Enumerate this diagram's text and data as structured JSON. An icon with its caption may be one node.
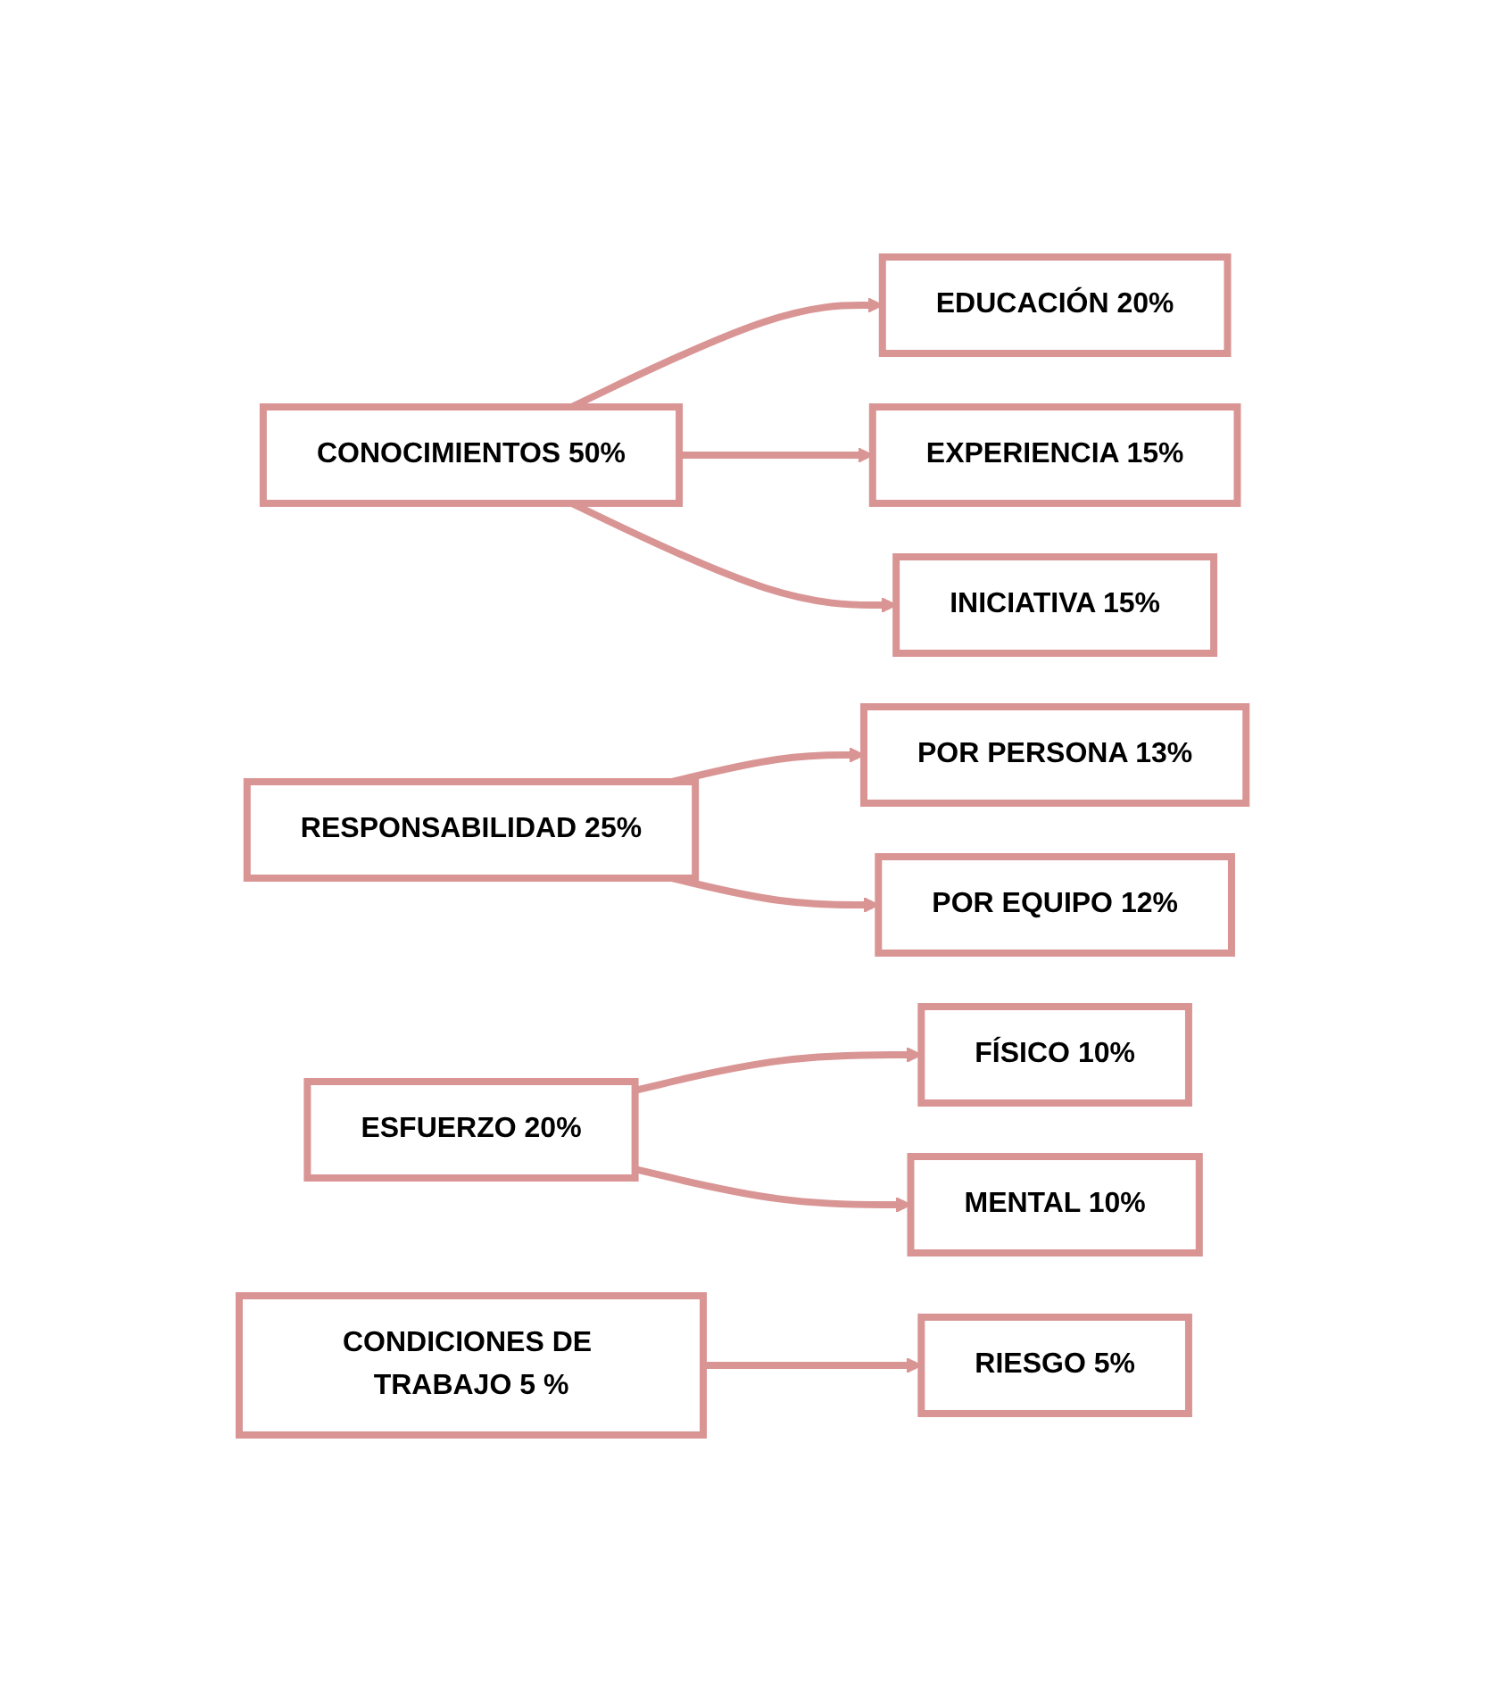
{
  "diagram": {
    "nodes": [
      {
        "text": [
          "CONOCIMIENTOS 50%"
        ]
      },
      {
        "text": [
          "EDUCACIÓN 20%"
        ]
      },
      {
        "text": [
          "EXPERIENCIA 15%"
        ]
      },
      {
        "text": [
          "INICIATIVA 15%"
        ]
      },
      {
        "text": [
          "RESPONSABILIDAD 25%"
        ]
      },
      {
        "text": [
          "POR PERSONA 13%"
        ]
      },
      {
        "text": [
          "POR EQUIPO 12%"
        ]
      },
      {
        "text": [
          "ESFUERZO 20%"
        ]
      },
      {
        "text": [
          "FÍSICO 10%"
        ]
      },
      {
        "text": [
          "MENTAL 10%"
        ]
      },
      {
        "text": [
          "CONDICIONES DE TRABAJO 5 %"
        ]
      },
      {
        "text": [
          "RIESGO 5%"
        ]
      }
    ],
    "edges": [
      {
        "from": 0,
        "to": 1,
        "arrow": "to"
      },
      {
        "from": 0,
        "to": 2,
        "arrow": "to"
      },
      {
        "from": 0,
        "to": 3,
        "arrow": "to"
      },
      {
        "from": 4,
        "to": 5,
        "arrow": "to"
      },
      {
        "from": 4,
        "to": 6,
        "arrow": "to"
      },
      {
        "from": 7,
        "to": 8,
        "arrow": "to"
      },
      {
        "from": 7,
        "to": 9,
        "arrow": "to"
      },
      {
        "from": 10,
        "to": 11,
        "arrow": "to"
      }
    ]
  }
}
